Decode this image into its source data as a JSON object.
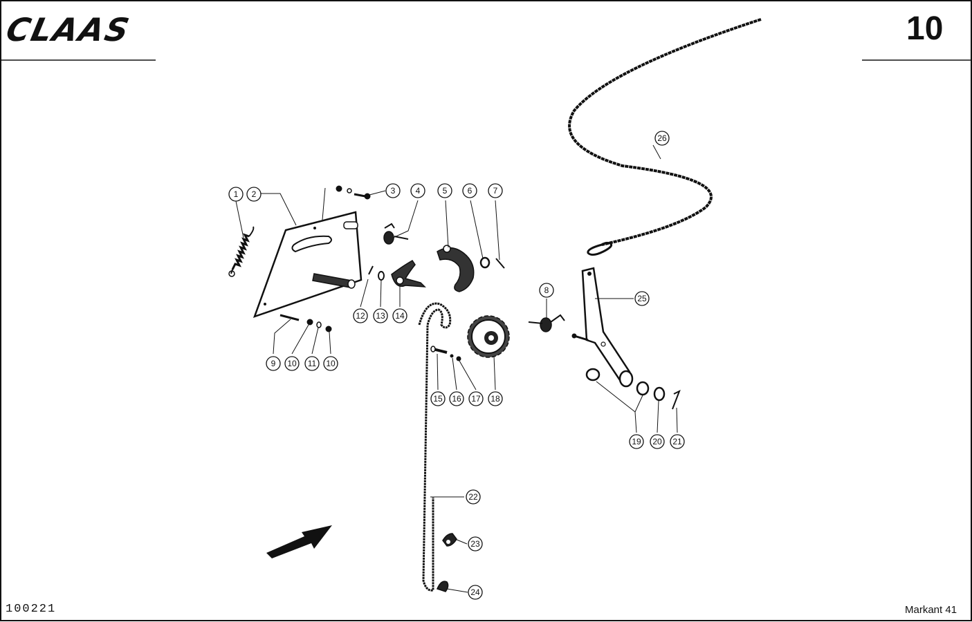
{
  "header": {
    "brand": "CLAAS",
    "page_number": "10"
  },
  "footer": {
    "drawing_number": "100221",
    "model": "Markant 41"
  },
  "callouts": [
    "1",
    "2",
    "3",
    "4",
    "5",
    "6",
    "7",
    "8",
    "9",
    "10",
    "10",
    "11",
    "12",
    "13",
    "14",
    "15",
    "16",
    "17",
    "18",
    "19",
    "20",
    "21",
    "22",
    "23",
    "24",
    "25",
    "26"
  ]
}
